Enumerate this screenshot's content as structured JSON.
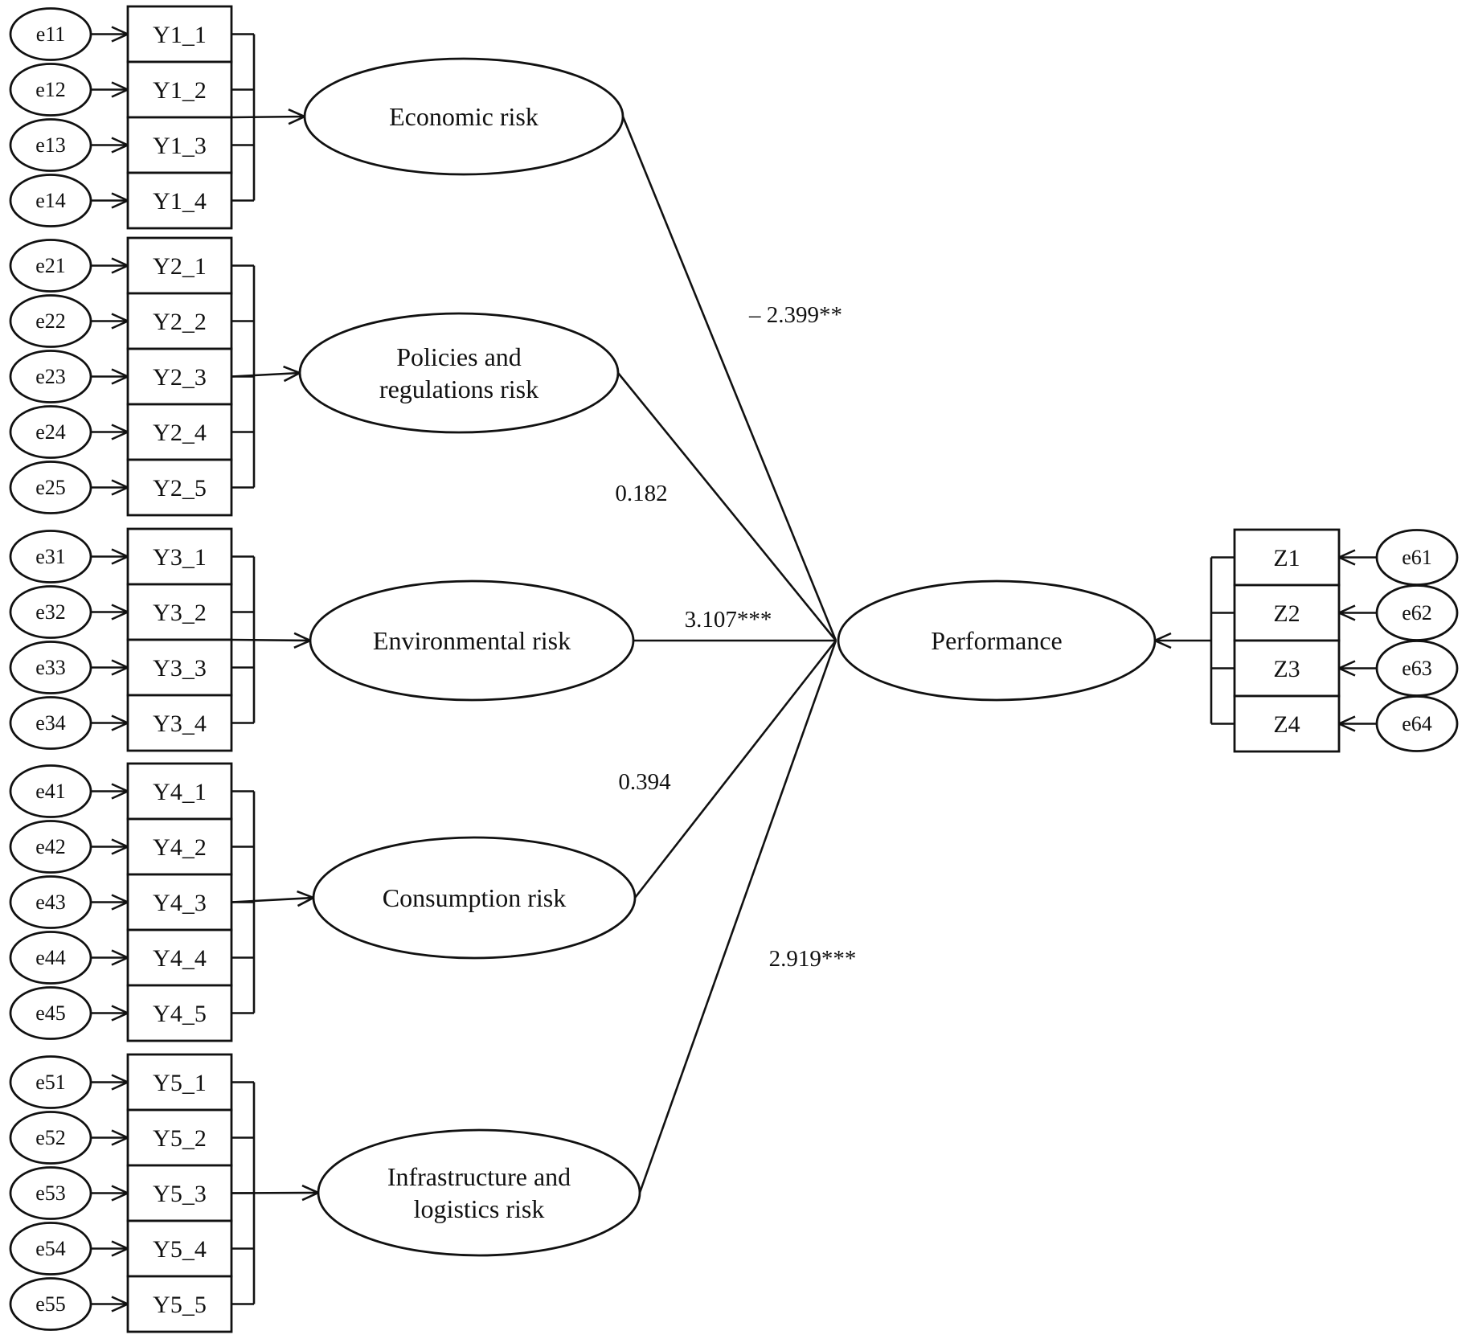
{
  "latents": [
    {
      "id": "Y1",
      "label_lines": [
        "Economic risk"
      ],
      "indicators": [
        {
          "label": "Y1_1",
          "error": "e11"
        },
        {
          "label": "Y1_2",
          "error": "e12"
        },
        {
          "label": "Y1_3",
          "error": "e13"
        },
        {
          "label": "Y1_4",
          "error": "e14"
        }
      ]
    },
    {
      "id": "Y2",
      "label_lines": [
        "Policies and",
        "regulations risk"
      ],
      "indicators": [
        {
          "label": "Y2_1",
          "error": "e21"
        },
        {
          "label": "Y2_2",
          "error": "e22"
        },
        {
          "label": "Y2_3",
          "error": "e23"
        },
        {
          "label": "Y2_4",
          "error": "e24"
        },
        {
          "label": "Y2_5",
          "error": "e25"
        }
      ]
    },
    {
      "id": "Y3",
      "label_lines": [
        "Environmental risk"
      ],
      "indicators": [
        {
          "label": "Y3_1",
          "error": "e31"
        },
        {
          "label": "Y3_2",
          "error": "e32"
        },
        {
          "label": "Y3_3",
          "error": "e33"
        },
        {
          "label": "Y3_4",
          "error": "e34"
        }
      ]
    },
    {
      "id": "Y4",
      "label_lines": [
        "Consumption risk"
      ],
      "indicators": [
        {
          "label": "Y4_1",
          "error": "e41"
        },
        {
          "label": "Y4_2",
          "error": "e42"
        },
        {
          "label": "Y4_3",
          "error": "e43"
        },
        {
          "label": "Y4_4",
          "error": "e44"
        },
        {
          "label": "Y4_5",
          "error": "e45"
        }
      ]
    },
    {
      "id": "Y5",
      "label_lines": [
        "Infrastructure and",
        "logistics risk"
      ],
      "indicators": [
        {
          "label": "Y5_1",
          "error": "e51"
        },
        {
          "label": "Y5_2",
          "error": "e52"
        },
        {
          "label": "Y5_3",
          "error": "e53"
        },
        {
          "label": "Y5_4",
          "error": "e54"
        },
        {
          "label": "Y5_5",
          "error": "e55"
        }
      ]
    }
  ],
  "outcome": {
    "label": "Performance",
    "indicators": [
      {
        "label": "Z1",
        "error": "e61"
      },
      {
        "label": "Z2",
        "error": "e62"
      },
      {
        "label": "Z3",
        "error": "e63"
      },
      {
        "label": "Z4",
        "error": "e64"
      }
    ]
  },
  "paths": [
    {
      "from": "Y1",
      "coefficient": "– 2.399**"
    },
    {
      "from": "Y2",
      "coefficient": "0.182"
    },
    {
      "from": "Y3",
      "coefficient": "3.107***"
    },
    {
      "from": "Y4",
      "coefficient": "0.394"
    },
    {
      "from": "Y5",
      "coefficient": "2.919***"
    }
  ]
}
